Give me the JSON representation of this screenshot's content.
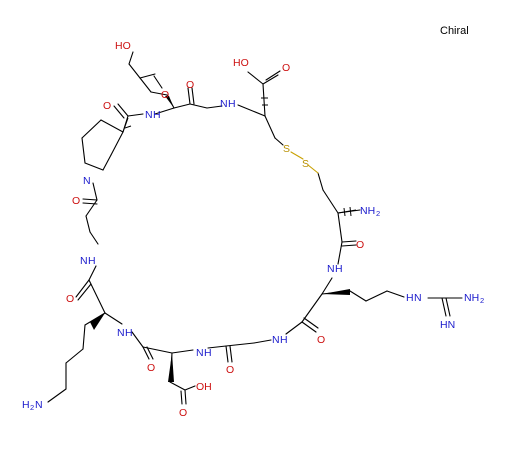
{
  "chiral_label": "Chiral",
  "colors": {
    "nitrogen": "#1a1acc",
    "oxygen": "#cc1010",
    "sulfur": "#b89000",
    "bond": "#000000"
  },
  "atoms": {
    "oh_asp1": "HO",
    "o_asp1_carbonyl": "O",
    "oh_cys": "HO",
    "o_cys_carbonyl": "O",
    "o_pro_carbonyl": "O",
    "nh_asp_pro": "N",
    "h_asp_pro": "H",
    "o_asp1_amide": "O",
    "nh_cys": "N",
    "h_cys": "H",
    "s_upper": "S",
    "s_lower": "S",
    "n_proline": "N",
    "nh2_cys": "NH",
    "nh2_cys_sub": "2",
    "o_gly1": "O",
    "o_cys_amide": "O",
    "nh_gly1": "N",
    "h_gly1": "H",
    "nh_arg": "N",
    "h_arg": "H",
    "hn_guanidine": "H",
    "n_guanidine": "N",
    "nh2_guanidine": "NH",
    "nh2_guanidine_sub": "2",
    "hn_imine": "HN",
    "o_lys": "O",
    "o_arg": "O",
    "nh_lys": "N",
    "h_lys": "H",
    "nh_asp2": "N",
    "h_asp2": "H",
    "nh_gly2": "N",
    "h_gly2": "H",
    "o_asp2": "O",
    "o_gly2": "O",
    "oh_asp2": "OH",
    "o_asp2_carbonyl": "O",
    "h2n_lys": "H",
    "h2n_lys_sub": "2",
    "n_lys_amine": "N"
  }
}
